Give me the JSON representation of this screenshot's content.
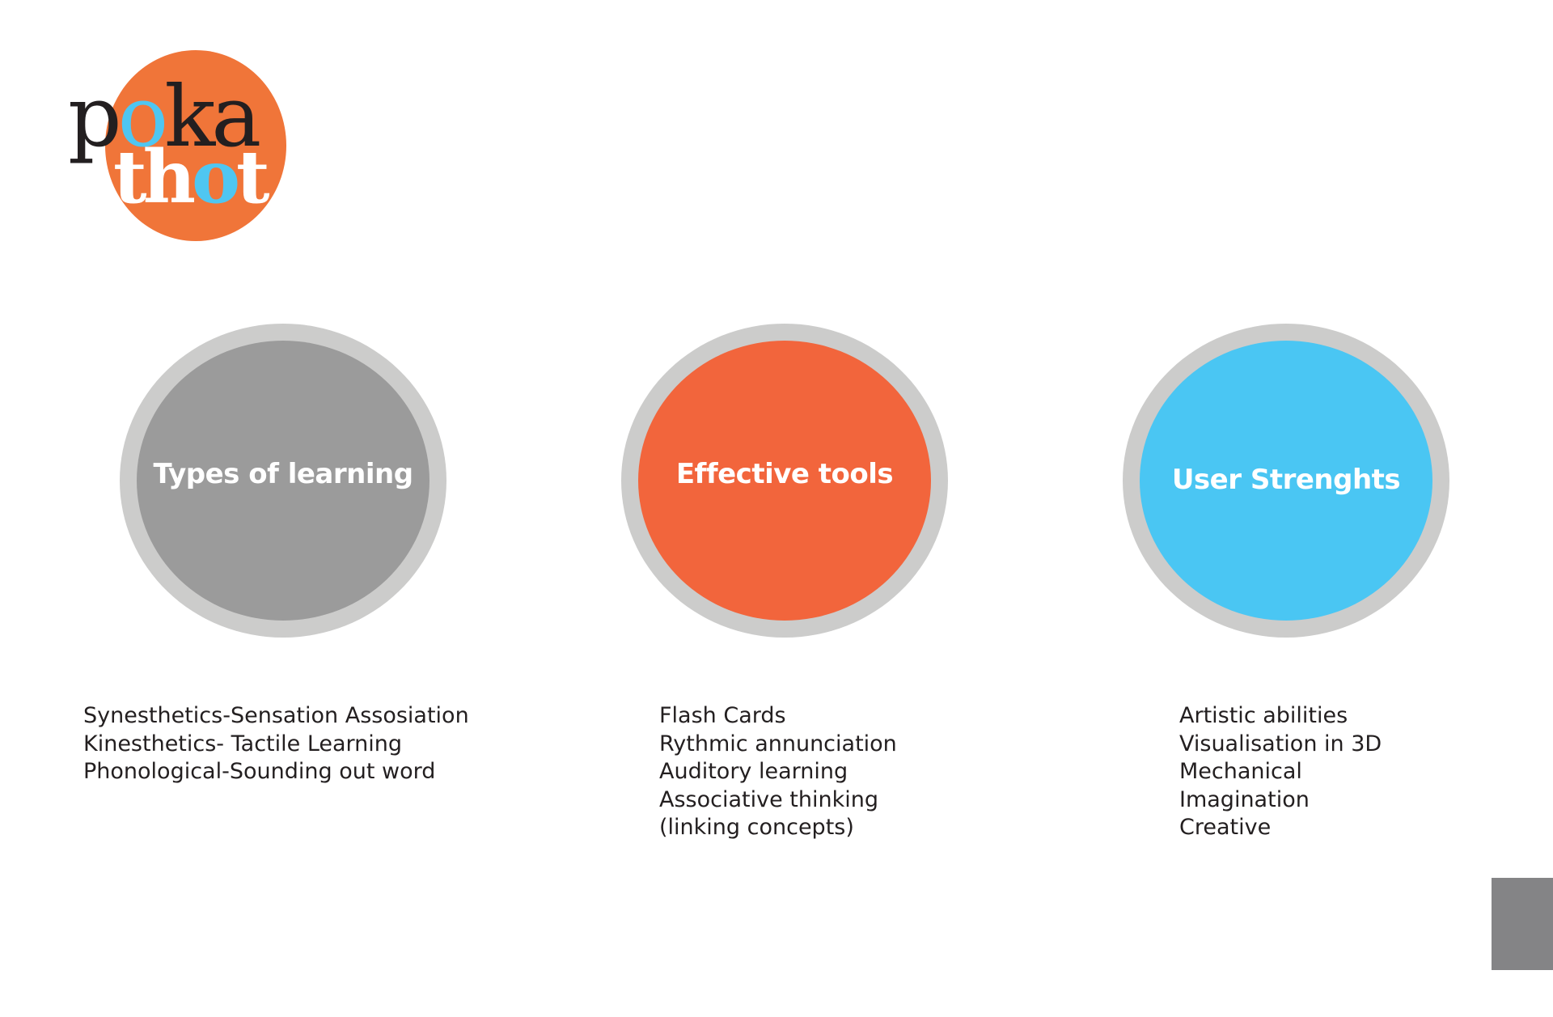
{
  "logo": {
    "top_word": "poka",
    "bottom_word": "thot",
    "circle_color": "#f07539",
    "dot_color": "#4fc6f1"
  },
  "categories": [
    {
      "title": "Types of learning",
      "fill_color": "#9b9b9b",
      "items": [
        "Synesthetics-Sensation Assosiation",
        "Kinesthetics- Tactile Learning",
        "Phonological-Sounding out word"
      ]
    },
    {
      "title": "Effective tools",
      "fill_color": "#f2653c",
      "items": [
        "Flash Cards",
        "Rythmic annunciation",
        "Auditory learning",
        "Associative thinking",
        "(linking concepts)"
      ]
    },
    {
      "title": "User Strenghts",
      "fill_color": "#4ac6f3",
      "items": [
        "Artistic abilities",
        "Visualisation in 3D",
        "Mechanical",
        "Imagination",
        "Creative"
      ]
    }
  ],
  "ring_color": "#cccccb",
  "corner_block_color": "#848486"
}
